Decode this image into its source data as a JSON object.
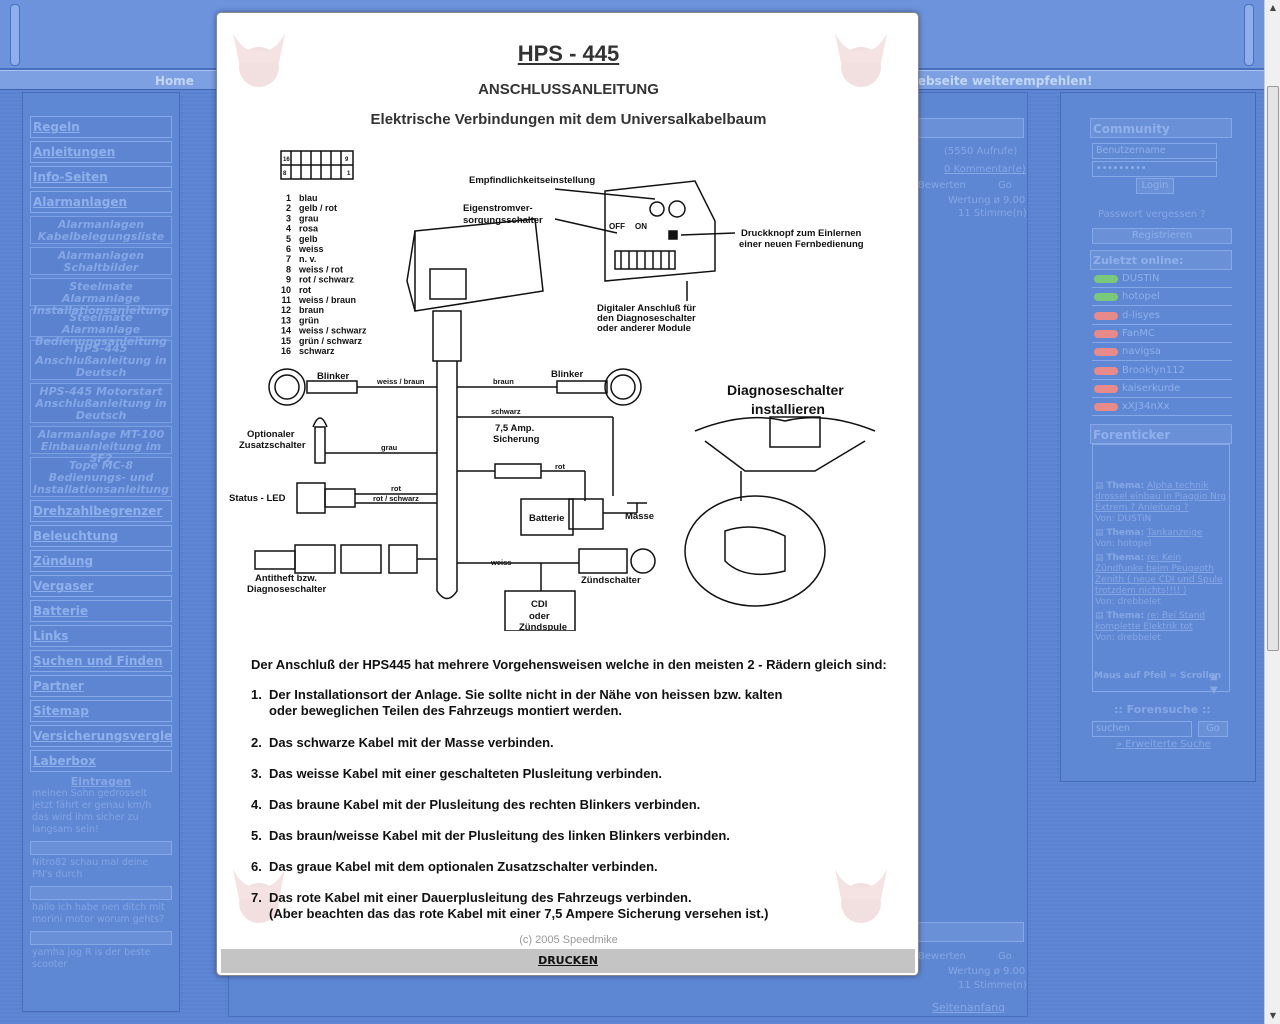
{
  "page": {
    "nav_home": "Home",
    "nav_recommend": "Webseite weiterempfehlen!"
  },
  "left_menu": {
    "items_top": [
      "Regeln",
      "Anleitungen",
      "Info-Seiten",
      "Alarmanlagen"
    ],
    "sub_items": [
      "Alarmanlagen Kabelbelegungsliste",
      "Alarmanlagen Schaltbilder",
      "Steelmate Alarmanlage Installationsanleitung",
      "Steelmate Alarmanlage Bedienungsanleitung",
      "HPS-445 Anschlußanleitung in Deutsch",
      "HPS-445 Motorstart Anschlußanleitung in Deutsch",
      "Alarmanlage MT-100 Einbauanleitung im SF2",
      "Tope MC-8 Bedienungs- und Installationsanleitung"
    ],
    "items_bottom": [
      "Drehzahlbegrenzer",
      "Beleuchtung",
      "Zündung",
      "Vergaser",
      "Batterie",
      "Links",
      "Suchen und Finden",
      "Partner",
      "Sitemap",
      "Versicherungsvergleich",
      "Laberbox"
    ],
    "shoutbox_link": "Eintragen",
    "shouts": [
      "meinen Sohn gedrosselt jetzt fährt er genau km/h das wird ihm sicher zu langsam sein!",
      "Nitro82 schau mal deine PN's durch",
      "hallo ich habe nen ditch mit morini motor worum gehts?",
      "yamha jog R is der beste scooter"
    ]
  },
  "center": {
    "views": "(5550 Aufrufe)",
    "comments": "0 Kommentar(e)",
    "rate_label": "Bewerten",
    "go_label": "Go",
    "rating": "Wertung ø 9.00",
    "votes": "11 Stimme(n)",
    "page_top": "Seitenanfang"
  },
  "right": {
    "community_title": "Community",
    "username_placeholder": "Benutzername",
    "password_value": "•••••••••",
    "login_label": "Login",
    "forgot_label": "Passwort vergessen ?",
    "register_label": "Registrieren",
    "online_title": "Zuletzt online:",
    "online_users": [
      {
        "name": "DUSTiN",
        "status": "on"
      },
      {
        "name": "hotopel",
        "status": "on"
      },
      {
        "name": "d-lisyes",
        "status": "off"
      },
      {
        "name": "FanMC",
        "status": "off"
      },
      {
        "name": "navigsa",
        "status": "off"
      },
      {
        "name": "Brooklyn112",
        "status": "off"
      },
      {
        "name": "kaiserkurde",
        "status": "off"
      },
      {
        "name": "xXJ34nXx",
        "status": "off"
      }
    ],
    "ticker_title": "Forenticker",
    "ticker_entries": [
      {
        "label": "Thema:",
        "topic": "Alpha technik drossel einbau in Piaggio Nrg Extrem ? Anleitung ?",
        "by": "Von: DUSTiN"
      },
      {
        "label": "Thema:",
        "topic": "Tankanzeige",
        "by": "Von: hotopel"
      },
      {
        "label": "Thema:",
        "topic": "re: Kein Zündfunke beim Peugeoth Zenith ( neue CDI und Spule trotzdem nichts!!!! )",
        "by": "Von: drebbelet"
      },
      {
        "label": "Thema:",
        "topic": "re: Bei Stand komplette Elektrik tot",
        "by": "Von: drebbelet"
      }
    ],
    "ticker_hint": "Maus auf Pfeil = Scrollen",
    "search_title": ":: Forensuche ::",
    "search_placeholder": "suchen",
    "search_go": "Go",
    "search_extended": "» Erweiterte Suche"
  },
  "modal": {
    "title": "HPS - 445",
    "subtitle": "ANSCHLUSSANLEITUNG",
    "heading": "Elektrische Verbindungen mit dem Universalkabelbaum",
    "wires": [
      {
        "n": "1",
        "c": "blau"
      },
      {
        "n": "2",
        "c": "gelb / rot"
      },
      {
        "n": "3",
        "c": "grau"
      },
      {
        "n": "4",
        "c": "rosa"
      },
      {
        "n": "5",
        "c": "gelb"
      },
      {
        "n": "6",
        "c": "weiss"
      },
      {
        "n": "7",
        "c": "n. v."
      },
      {
        "n": "8",
        "c": "weiss / rot"
      },
      {
        "n": "9",
        "c": "rot / schwarz"
      },
      {
        "n": "10",
        "c": "rot"
      },
      {
        "n": "11",
        "c": "weiss / braun"
      },
      {
        "n": "12",
        "c": "braun"
      },
      {
        "n": "13",
        "c": "grün"
      },
      {
        "n": "14",
        "c": "weiss / schwarz"
      },
      {
        "n": "15",
        "c": "grün / schwarz"
      },
      {
        "n": "16",
        "c": "schwarz"
      }
    ],
    "labels": {
      "sensitivity": "Empfindlichkeitseinstellung",
      "power_switch_1": "Eigenstromver-",
      "power_switch_2": "sorgungsschalter",
      "off": "OFF",
      "on": "ON",
      "button_1": "Druckknopf zum Einlernen",
      "button_2": "einer neuen Fernbedienung",
      "digital_1": "Digitaler Anschluß für",
      "digital_2": "den Diagnoseschalter",
      "digital_3": "oder anderer Module",
      "blinker_left": "Blinker",
      "blinker_right": "Blinker",
      "wire_wb": "weiss / braun",
      "wire_braun": "braun",
      "wire_schwarz": "schwarz",
      "fuse_1": "7,5 Amp.",
      "fuse_2": "Sicherung",
      "opt_1": "Optionaler",
      "opt_2": "Zusatzschalter",
      "wire_grau": "grau",
      "wire_rot": "rot",
      "wire_rot2": "rot",
      "wire_rs": "rot / schwarz",
      "led": "Status - LED",
      "battery": "Batterie",
      "ground": "Masse",
      "diag_1": "Diagnoseschalter",
      "diag_2": "installieren",
      "antitheft_1": "Antitheft bzw.",
      "antitheft_2": "Diagnoseschalter",
      "wire_weiss": "weiss",
      "ignition": "Zündschalter",
      "cdi_1": "CDI",
      "cdi_2": "oder",
      "cdi_3": "Zündspule",
      "pin_16": "16",
      "pin_9": "9",
      "pin_8": "8",
      "pin_1": "1"
    },
    "intro": "Der Anschluß der HPS445 hat mehrere Vorgehensweisen welche in den meisten 2 - Rädern gleich sind:",
    "steps": [
      {
        "num": "1.",
        "line1": "Der Installationsort der Anlage. Sie sollte nicht in der Nähe von heissen bzw. kalten",
        "line2": "oder beweglichen Teilen des Fahrzeugs montiert werden."
      },
      {
        "num": "2.",
        "line1": "Das schwarze Kabel mit der Masse verbinden.",
        "line2": ""
      },
      {
        "num": "3.",
        "line1": "Das weisse Kabel mit einer geschalteten Plusleitung verbinden.",
        "line2": ""
      },
      {
        "num": "4.",
        "line1": "Das braune Kabel mit der Plusleitung des rechten Blinkers verbinden.",
        "line2": ""
      },
      {
        "num": "5.",
        "line1": "Das braun/weisse Kabel mit der Plusleitung des linken Blinkers verbinden.",
        "line2": ""
      },
      {
        "num": "6.",
        "line1": "Das graue Kabel mit dem optionalen Zusatzschalter verbinden.",
        "line2": ""
      },
      {
        "num": "7.",
        "line1": "Das rote Kabel mit einer Dauerplusleitung des Fahrzeugs verbinden.",
        "line2": "(Aber beachten das das rote Kabel mit einer 7,5 Ampere Sicherung versehen ist.)"
      }
    ],
    "copyright": "(c) 2005 Speedmike",
    "print_label": "DRUCKEN"
  },
  "colors": {
    "page_bg": "#5a82d0",
    "badge_on": "#7ac87a",
    "badge_off": "#e88a8a"
  },
  "icons": [
    "scroll-up-icon",
    "scroll-down-icon",
    "skull-watermark-icon",
    "topic-icon",
    "arrow-up-icon",
    "arrow-down-icon"
  ]
}
